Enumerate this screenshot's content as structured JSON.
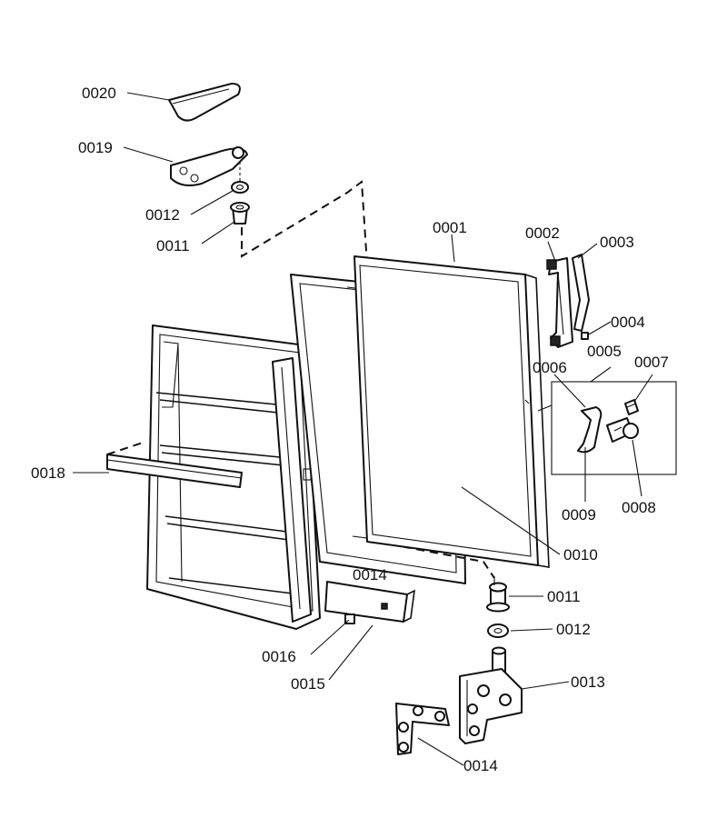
{
  "labels": {
    "l0001": "0001",
    "l0002": "0002",
    "l0003": "0003",
    "l0004": "0004",
    "l0005": "0005",
    "l0006": "0006",
    "l0007": "0007",
    "l0008": "0008",
    "l0009": "0009",
    "l0010": "0010",
    "l0011_top": "0011",
    "l0011_bottom": "0011",
    "l0012_top": "0012",
    "l0012_bottom": "0012",
    "l0013": "0013",
    "l0014_middle": "0014",
    "l0014_bottom": "0014",
    "l0015": "0015",
    "l0016": "0016",
    "l0018": "0018",
    "l0019": "0019",
    "l0020": "0020"
  }
}
